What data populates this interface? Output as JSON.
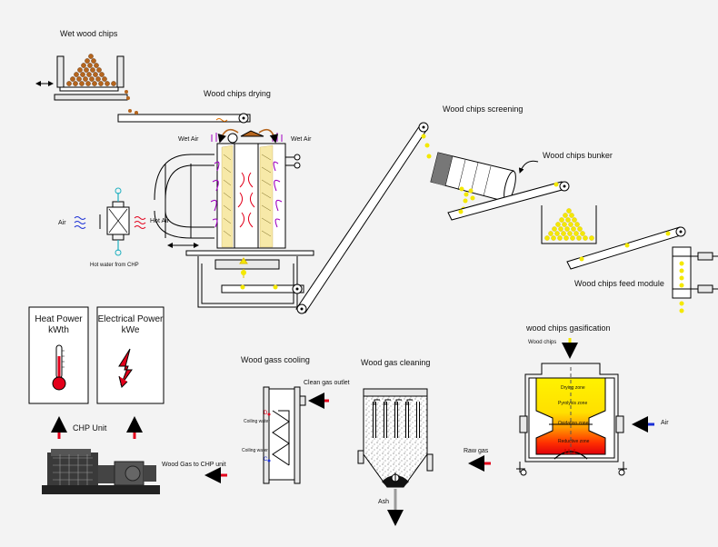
{
  "stages": {
    "wet_chips": "Wet wood chips",
    "drying": "Wood chips drying",
    "screening": "Wood chips screening",
    "bunker": "Wood chips bunker",
    "feed": "Wood chips feed module",
    "gasification": "wood chips gasification",
    "cleaning": "Wood gas cleaning",
    "cooling": "Wood gass cooling",
    "chp": "CHP Unit"
  },
  "drying_labels": {
    "wet_air_left": "Wet Air",
    "wet_air_right": "Wet Air",
    "air": "Air",
    "hot_air": "Hot Air",
    "hot_water": "Hot water from CHP"
  },
  "gasifier": {
    "input": "Wood chips",
    "air": "Air",
    "zones": [
      "Drying zone",
      "Pyrolysis zone",
      "Oxidation zone",
      "Reductive zone"
    ]
  },
  "gas_flow": {
    "raw_gas": "Raw gas",
    "ash": "Ash",
    "clean_gas": "Clean gas outlet",
    "coiling_water_top": "Coiling water",
    "coiling_water_bottom": "Coiling water",
    "d_marker": "D",
    "c_marker": "C",
    "to_chp": "Wood Gas to CHP unit"
  },
  "outputs": {
    "heat_title": "Heat Power",
    "heat_unit": "kWth",
    "elec_title": "Electrical Power",
    "elec_unit": "kWe"
  },
  "colors": {
    "red_arrow": "#e3001b",
    "blue_arrow": "#1a2fd6",
    "chip_yellow": "#f4e800",
    "chip_brown": "#b5651d",
    "gray_arrow": "#9b9b9b"
  }
}
